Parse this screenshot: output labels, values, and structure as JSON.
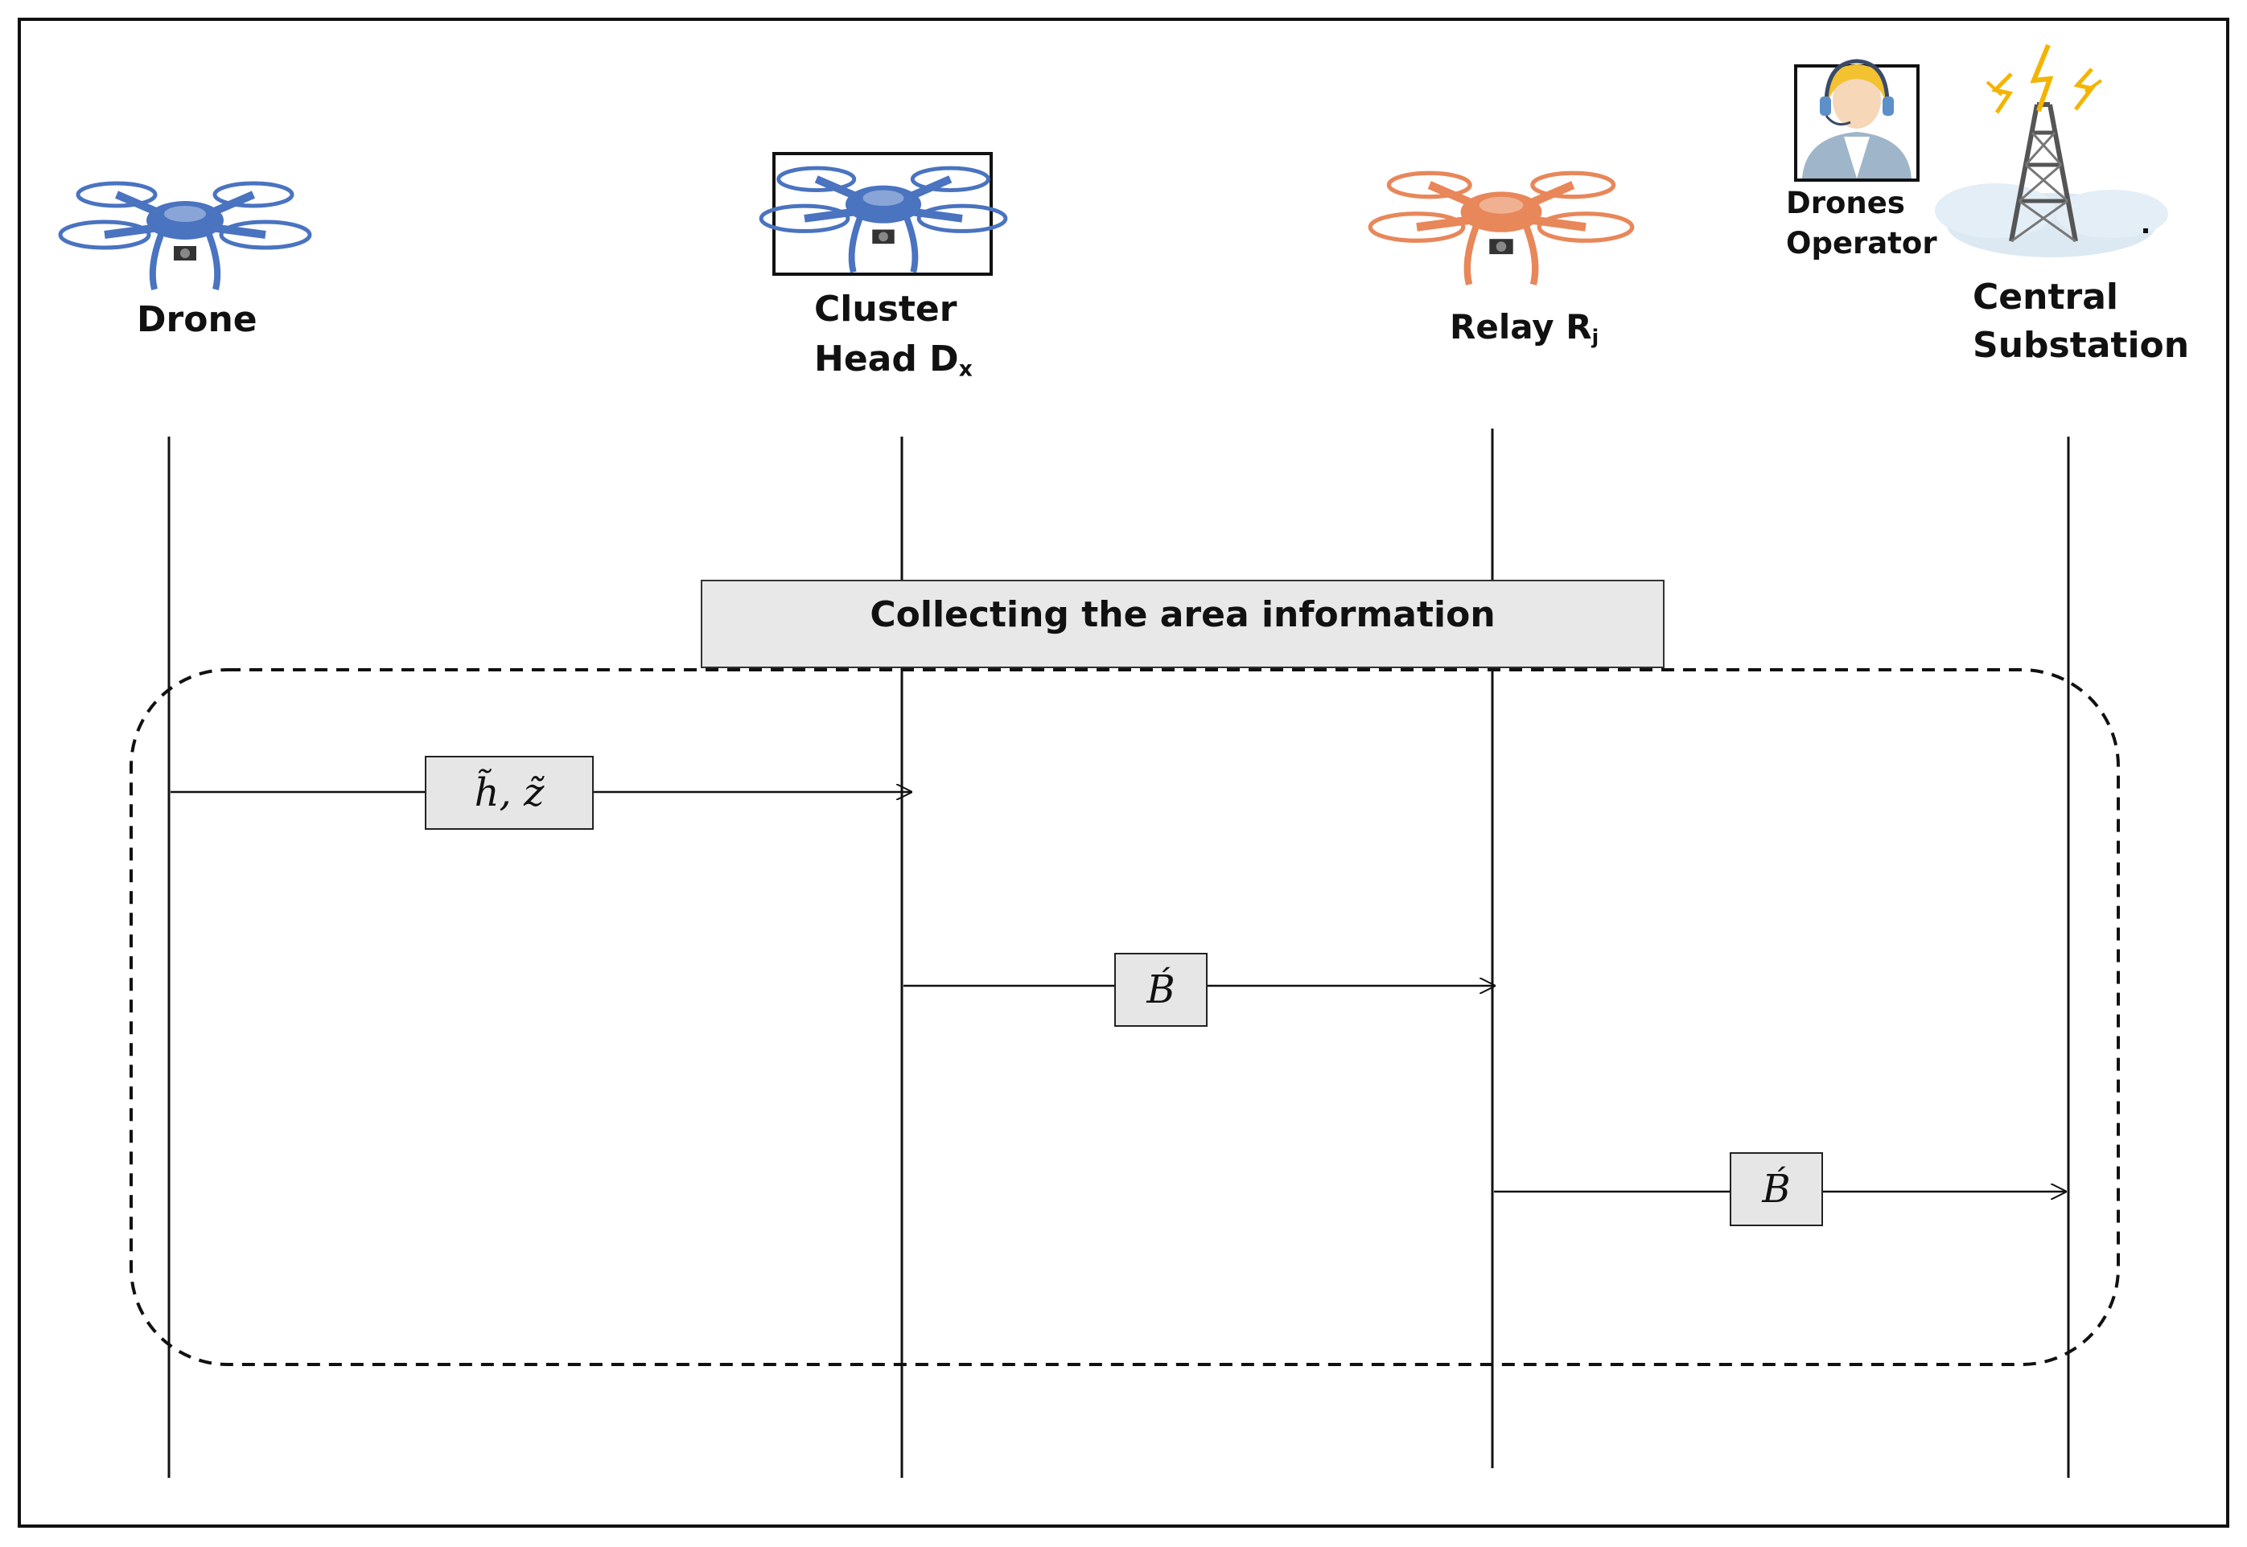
{
  "participants": {
    "drone": {
      "label": "Drone",
      "icon": "blue-drone-icon"
    },
    "cluster_head": {
      "line1": "Cluster",
      "line2_main": "Head D",
      "line2_sub": "x",
      "icon": "blue-drone-icon"
    },
    "relay": {
      "main": "Relay R",
      "sub": "j",
      "icon": "orange-drone-icon"
    },
    "operator": {
      "line1": "Drones",
      "line2": "Operator",
      "icon": "operator-headset-icon"
    },
    "substation": {
      "line1": "Central",
      "line2": "Substation",
      "icon": "transmission-tower-icon"
    }
  },
  "banner": {
    "label": "Collecting the area information"
  },
  "messages": [
    {
      "from": "Drone",
      "to": "Cluster Head",
      "label": "h̃, z̃"
    },
    {
      "from": "Cluster Head",
      "to": "Relay",
      "label": "B́"
    },
    {
      "from": "Relay",
      "to": "Central Substation",
      "label": "B́"
    }
  ],
  "colors": {
    "drone_blue": "#4a73c0",
    "relay_orange": "#e8875a",
    "operator_yellow": "#f2c230",
    "bolt": "#f4b400"
  }
}
